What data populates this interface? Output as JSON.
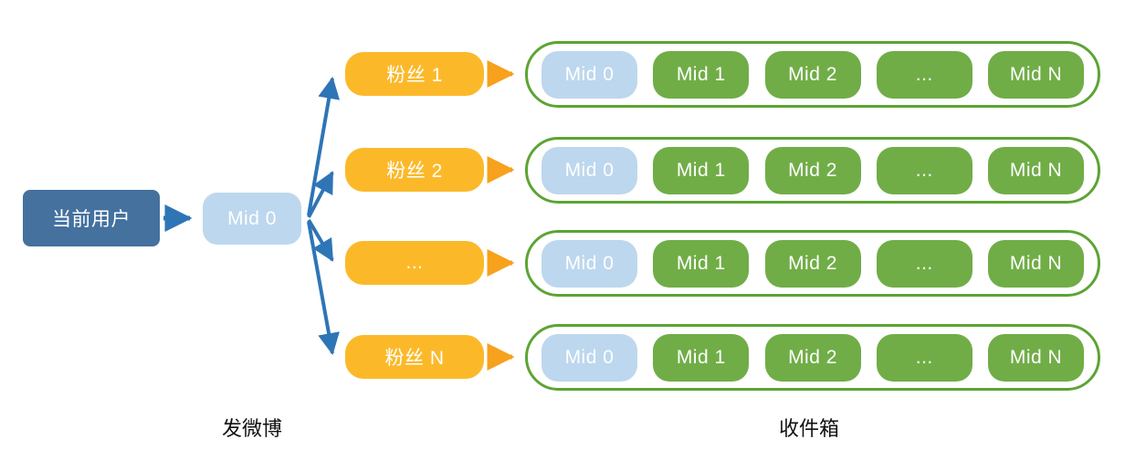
{
  "diagram": {
    "current_user_label": "当前用户",
    "mid0_label": "Mid 0",
    "rows": [
      {
        "fan": "粉丝 1"
      },
      {
        "fan": "粉丝 2"
      },
      {
        "fan": "..."
      },
      {
        "fan": "粉丝 N"
      }
    ],
    "inbox_items": [
      "Mid 0",
      "Mid 1",
      "Mid 2",
      "...",
      "Mid N"
    ],
    "captions": {
      "left": "发微博",
      "right": "收件箱"
    },
    "colors": {
      "user_box": "#44719E",
      "mid0_box": "#BDD7EE",
      "fan_box": "#FBB92A",
      "inbox_item_green": "#70AD47",
      "inbox_item_blue": "#BDD7EE",
      "inbox_border": "#5CA433",
      "arrow_blue": "#2E75B6",
      "arrow_orange": "#F7A11C"
    }
  }
}
